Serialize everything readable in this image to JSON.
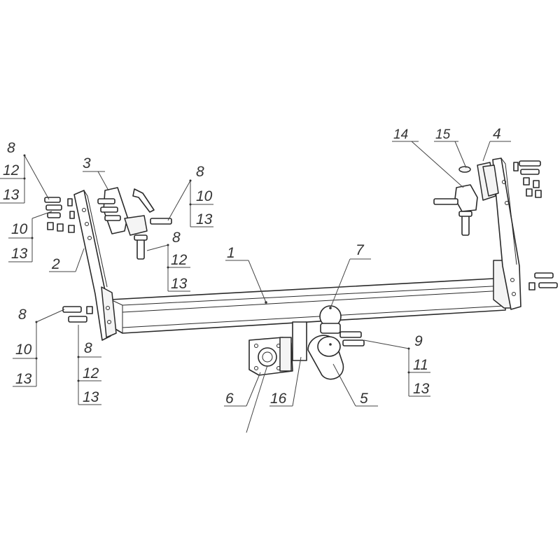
{
  "callouts": {
    "c1": "1",
    "c2": "2",
    "c3": "3",
    "c4": "4",
    "c5": "5",
    "c6": "6",
    "c7": "7",
    "c14": "14",
    "c15": "15",
    "c16": "16",
    "tl_a": "8",
    "tl_b": "12",
    "tl_c": "13",
    "l10_a": "10",
    "l10_b": "13",
    "b3_a": "8",
    "b3_b": "10",
    "b3_c": "13",
    "m_a": "8",
    "m_b": "12",
    "m_c": "13",
    "bl_a": "8",
    "bl_b": "10",
    "bl_c": "13",
    "bl2_a": "8",
    "bl2_b": "12",
    "bl2_c": "13",
    "r9_a": "9",
    "r9_b": "11",
    "r9_c": "13"
  }
}
